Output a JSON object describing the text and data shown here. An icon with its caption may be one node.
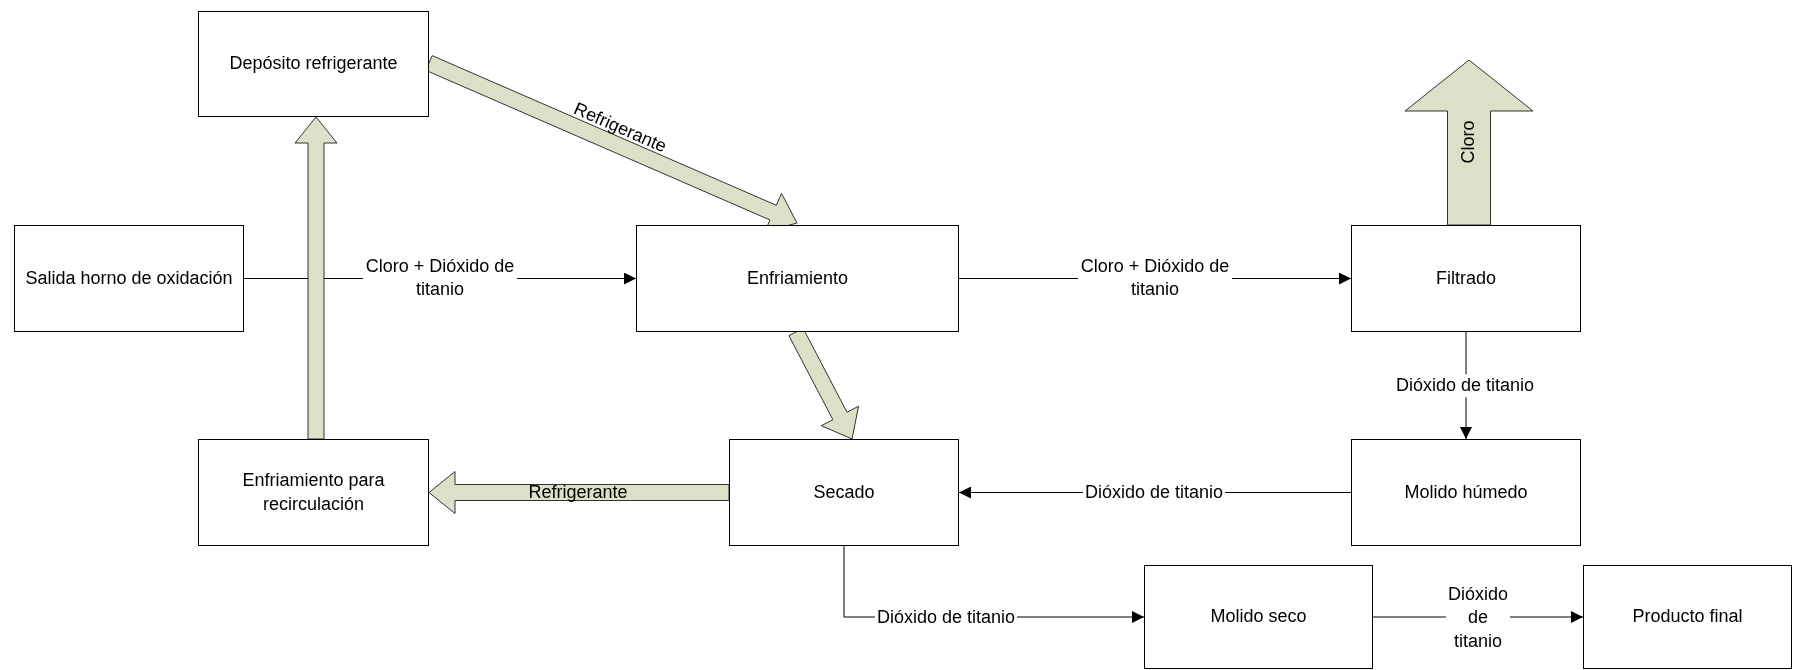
{
  "diagram": {
    "nodes": [
      {
        "text": [
          "Depósito refrigerante"
        ]
      },
      {
        "text": [
          "Salida horno de oxidación"
        ]
      },
      {
        "text": [
          "Enfriamiento"
        ]
      },
      {
        "text": [
          "Filtrado"
        ]
      },
      {
        "text": [
          "Enfriamiento para recirculación"
        ]
      },
      {
        "text": [
          "Secado"
        ]
      },
      {
        "text": [
          "Molido húmedo"
        ]
      },
      {
        "text": [
          "Molido seco"
        ]
      },
      {
        "text": [
          "Producto final"
        ]
      }
    ],
    "edges": [
      {
        "from": 1,
        "to": 2,
        "arrow": "to",
        "label": "Cloro + Dióxido de titanio"
      },
      {
        "from": 2,
        "to": 3,
        "arrow": "to",
        "label": "Cloro + Dióxido de titanio"
      },
      {
        "from": 3,
        "to": 6,
        "arrow": "to",
        "label": "Dióxido de titanio"
      },
      {
        "from": 6,
        "to": 5,
        "arrow": "to",
        "label": "Dióxido de titanio"
      },
      {
        "from": 5,
        "to": 7,
        "arrow": "to",
        "label": "Dióxido de titanio"
      },
      {
        "from": 7,
        "to": 8,
        "arrow": "to",
        "label": "Dióxido de titanio"
      },
      {
        "from": 0,
        "to": 2,
        "arrow": "to",
        "label": "Refrigerante",
        "style": "thick"
      },
      {
        "from": 2,
        "to": 5,
        "arrow": "to",
        "style": "thick"
      },
      {
        "from": 5,
        "to": 4,
        "arrow": "to",
        "label": "Refrigerante",
        "style": "thick"
      },
      {
        "from": 4,
        "to": 0,
        "arrow": "to",
        "style": "thick"
      },
      {
        "from": 3,
        "to": null,
        "arrow": "to",
        "label": "Cloro",
        "style": "thick"
      }
    ]
  }
}
